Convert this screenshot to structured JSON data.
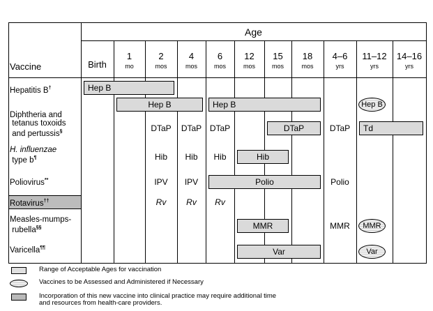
{
  "header": {
    "age_label": "Age",
    "vaccine_label": "Vaccine"
  },
  "columns": [
    {
      "big": "Birth",
      "small": ""
    },
    {
      "big": "1",
      "small": "mo"
    },
    {
      "big": "2",
      "small": "mos"
    },
    {
      "big": "4",
      "small": "mos"
    },
    {
      "big": "6",
      "small": "mos"
    },
    {
      "big": "12",
      "small": "mos"
    },
    {
      "big": "15",
      "small": "mos"
    },
    {
      "big": "18",
      "small": "mos"
    },
    {
      "big": "4–6",
      "small": "yrs"
    },
    {
      "big": "11–12",
      "small": "yrs"
    },
    {
      "big": "14–16",
      "small": "yrs"
    }
  ],
  "vaccines": [
    {
      "lines": [
        "Hepatitis B"
      ],
      "mark": "†",
      "italic": false,
      "highlight": false
    },
    {
      "lines": [
        "Diphtheria and",
        " tetanus toxoids",
        " and pertussis"
      ],
      "mark": "§",
      "italic": false,
      "highlight": false
    },
    {
      "lines": [
        "H. influenzae",
        " type b"
      ],
      "mark": "¶",
      "italic": true,
      "highlight": false
    },
    {
      "lines": [
        "Poliovirus"
      ],
      "mark": "**",
      "italic": false,
      "highlight": false
    },
    {
      "lines": [
        "Rotavirus"
      ],
      "mark": "††",
      "italic": false,
      "highlight": true
    },
    {
      "lines": [
        "Measles-mumps-",
        " rubella"
      ],
      "mark": "§§",
      "italic": false,
      "highlight": false
    },
    {
      "lines": [
        "Varicella"
      ],
      "mark": "¶¶",
      "italic": false,
      "highlight": false
    }
  ],
  "bars": [
    {
      "label": "Hep B",
      "row": "hepb1",
      "from": 0,
      "to": 2,
      "align": "left"
    },
    {
      "label": "Hep B",
      "row": "hepb2",
      "from": 1,
      "to": 3,
      "align": "center"
    },
    {
      "label": "Hep B",
      "row": "hepb2",
      "from": 4,
      "to": 7,
      "align": "left"
    },
    {
      "label": "DTaP",
      "row": "dtap",
      "from": 6,
      "to": 7,
      "align": "center"
    },
    {
      "label": "Td",
      "row": "dtap",
      "from": 9,
      "to": 10,
      "align": "left"
    },
    {
      "label": "Hib",
      "row": "hib",
      "from": 5,
      "to": 6,
      "align": "center"
    },
    {
      "label": "Polio",
      "row": "polio",
      "from": 4,
      "to": 7,
      "align": "center"
    },
    {
      "label": "MMR",
      "row": "mmr",
      "from": 5,
      "to": 6,
      "align": "center"
    },
    {
      "label": "Var",
      "row": "var",
      "from": 5,
      "to": 7,
      "align": "center"
    }
  ],
  "ovals": [
    {
      "label": "Hep B",
      "row": "hepb2",
      "col": 9
    },
    {
      "label": "MMR",
      "row": "mmr",
      "col": 9
    },
    {
      "label": "Var",
      "row": "var",
      "col": 9
    }
  ],
  "doses": [
    {
      "label": "DTaP",
      "row": "dtap",
      "col": 2
    },
    {
      "label": "DTaP",
      "row": "dtap",
      "col": 3
    },
    {
      "label": "DTaP",
      "row": "dtap",
      "col": 4
    },
    {
      "label": "DTaP",
      "row": "dtap",
      "col": 8
    },
    {
      "label": "Hib",
      "row": "hib",
      "col": 2
    },
    {
      "label": "Hib",
      "row": "hib",
      "col": 3
    },
    {
      "label": "Hib",
      "row": "hib",
      "col": 4
    },
    {
      "label": "IPV",
      "row": "polio",
      "col": 2
    },
    {
      "label": "IPV",
      "row": "polio",
      "col": 3
    },
    {
      "label": "Polio",
      "row": "polio",
      "col": 8
    },
    {
      "label": "Rv",
      "row": "rv",
      "col": 2,
      "italic": true
    },
    {
      "label": "Rv",
      "row": "rv",
      "col": 3,
      "italic": true
    },
    {
      "label": "Rv",
      "row": "rv",
      "col": 4,
      "italic": true
    },
    {
      "label": "MMR",
      "row": "mmr",
      "col": 8
    }
  ],
  "legend": [
    {
      "type": "range",
      "text": [
        "Range of Acceptable Ages for vaccination"
      ]
    },
    {
      "type": "assess",
      "text": [
        "Vaccines to be Assessed and Administered if Necessary"
      ]
    },
    {
      "type": "new",
      "text": [
        "Incorporation of this new vaccine into clinical practice may require additional time",
        "and resources from health-care providers."
      ]
    }
  ]
}
